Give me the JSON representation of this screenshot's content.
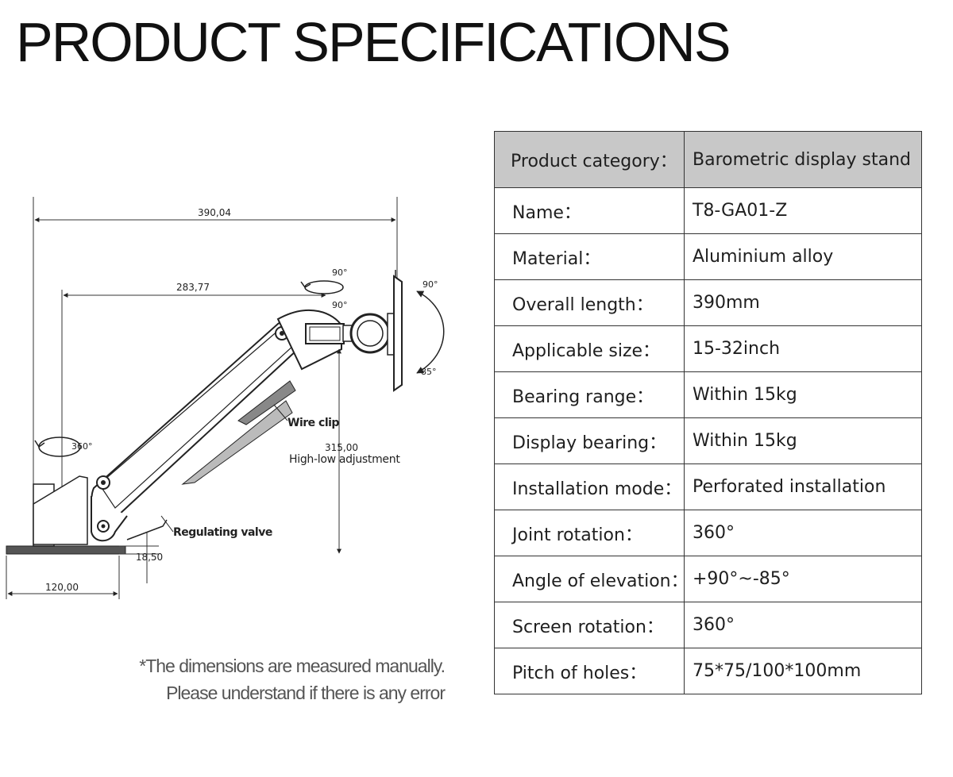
{
  "page": {
    "title": "PRODUCT SPECIFICATIONS"
  },
  "drawing": {
    "dimensions": {
      "overall_length": "390,04",
      "arm_length": "283,77",
      "height_adjust": "315,00",
      "base_height": "18,50",
      "base_width": "120,00"
    },
    "angles": {
      "tilt_top": "90°",
      "tilt_mid": "90°",
      "pitch_up": "90°",
      "pitch_down": "85°",
      "base_rotation": "360°"
    },
    "labels": {
      "wire_clip": "Wire clip",
      "high_low": "High-low adjustment",
      "valve": "Regulating valve"
    }
  },
  "note": {
    "line1": "*The dimensions are measured manually.",
    "line2": "Please understand if there is any error"
  },
  "specs": {
    "header": {
      "label": "Product category：",
      "value": "Barometric display stand"
    },
    "rows": [
      {
        "label": "Name：",
        "value": "T8-GA01-Z"
      },
      {
        "label": "Material：",
        "value": "Aluminium alloy"
      },
      {
        "label": "Overall length：",
        "value": "390mm"
      },
      {
        "label": "Applicable size：",
        "value": "15-32inch"
      },
      {
        "label": "Bearing range：",
        "value": " Within 15kg"
      },
      {
        "label": "Display bearing：",
        "value": "Within 15kg"
      },
      {
        "label": "Installation mode：",
        "value": " Perforated installation"
      },
      {
        "label": "Joint rotation：",
        "value": " 360°"
      },
      {
        "label": "Angle of elevation：",
        "value": " +90°~-85°"
      },
      {
        "label": "Screen rotation：",
        "value": "  360°"
      },
      {
        "label": "Pitch of holes：",
        "value": "   75*75/100*100mm"
      }
    ]
  }
}
